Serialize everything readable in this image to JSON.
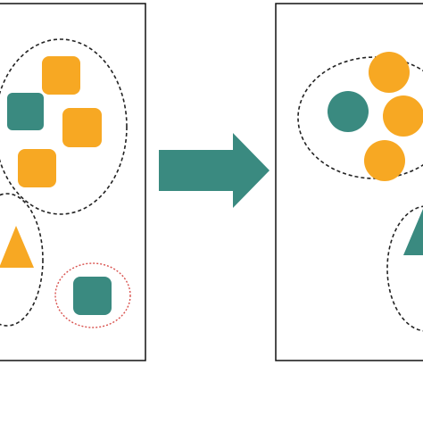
{
  "colors": {
    "background": "#ffffff",
    "panel_border": "#111111",
    "cluster_outline": "#222222",
    "outlier_outline": "#d9534f",
    "orange": "#f7a823",
    "teal": "#3a8a80",
    "arrow": "#3a8a80"
  },
  "left_panel": {
    "clusters": [
      {
        "name": "cluster-1",
        "items": [
          {
            "shape": "rounded-square",
            "color": "orange"
          },
          {
            "shape": "rounded-square",
            "color": "teal"
          },
          {
            "shape": "rounded-square",
            "color": "orange"
          },
          {
            "shape": "rounded-square",
            "color": "orange"
          }
        ]
      },
      {
        "name": "cluster-2",
        "items": [
          {
            "shape": "triangle",
            "color": "orange"
          }
        ]
      },
      {
        "name": "outlier",
        "items": [
          {
            "shape": "rounded-square",
            "color": "teal"
          }
        ]
      }
    ]
  },
  "transition": {
    "icon": "right-arrow-icon"
  },
  "right_panel": {
    "clusters": [
      {
        "name": "cluster-1",
        "items": [
          {
            "shape": "circle",
            "color": "orange"
          },
          {
            "shape": "circle",
            "color": "teal"
          },
          {
            "shape": "circle",
            "color": "orange"
          },
          {
            "shape": "circle",
            "color": "orange"
          }
        ]
      },
      {
        "name": "cluster-2",
        "items": [
          {
            "shape": "triangle",
            "color": "teal"
          }
        ]
      }
    ]
  }
}
